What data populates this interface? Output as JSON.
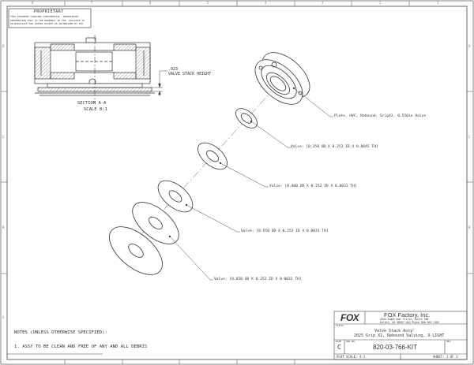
{
  "border": {
    "top_numbers": [
      "8",
      "7",
      "6",
      "5",
      "4",
      "3",
      "2",
      "1"
    ],
    "side_letters": [
      "D",
      "C",
      "B",
      "A"
    ]
  },
  "proprietary": {
    "title": "PROPRIETARY",
    "lines": [
      "THIS DOCUMENT CONTAINS CONFIDENTIAL, PROPRIETARY",
      "INFORMATION THAT IS THE PROPERTY OF FOX. DISCLOSE TO",
      "OR DUPLICATE FOR OTHERS EXCEPT AS AUTHORIZED BY FOX."
    ]
  },
  "section": {
    "dimension_value": ".023",
    "dimension_label": "VALVE STACK HEIGHT",
    "label": "SECTION A-A",
    "scale": "SCALE 8:1"
  },
  "callouts": {
    "plate": "Plate, HVC, Rebound, GripX2, 0.550in Valve",
    "valve1": "Valve: [0.350 OD X 0.252 ID X 0.0045 TH]",
    "valve2": "Valve: [0.400 OD X 0.252 ID X 0.0031 TH]",
    "valve3": "Valve: [0.550 OD X 0.252 ID X 0.0031 TH]",
    "valve4": "Valve: [0.650 OD X 0.252 ID X 0.0031 TH]"
  },
  "notes": {
    "title": "NOTES (UNLESS OTHERWISE SPECIFIED):",
    "items": [
      "1. ASSY TO BE CLEAN AND FREE OF ANY AND ALL DEBRIS"
    ]
  },
  "title_block": {
    "logo": "FOX",
    "company": "FOX Factory, Inc.",
    "address1": "2055 Sugarloaf Circle, Suite 300",
    "address2": "Duluth, GA 30097 USA Phone 800-369-7469",
    "title_label": "TITLE:",
    "title_line1": "Valve Stack Assy'",
    "title_line2": "2025 Grip X2, Rebound Valving, X-LIGHT",
    "size_label": "SIZE",
    "size": "C",
    "dwg_label": "DWG NO.",
    "dwg_no": "820-03-766-KIT",
    "rev_label": "REV",
    "rev": "",
    "scale_label": "PLOT SCALE: 4:1",
    "sheet_label": "SHEET: 1 OF 1"
  },
  "colors": {
    "line": "#333333",
    "border": "#555555",
    "paper": "#ffffff"
  }
}
